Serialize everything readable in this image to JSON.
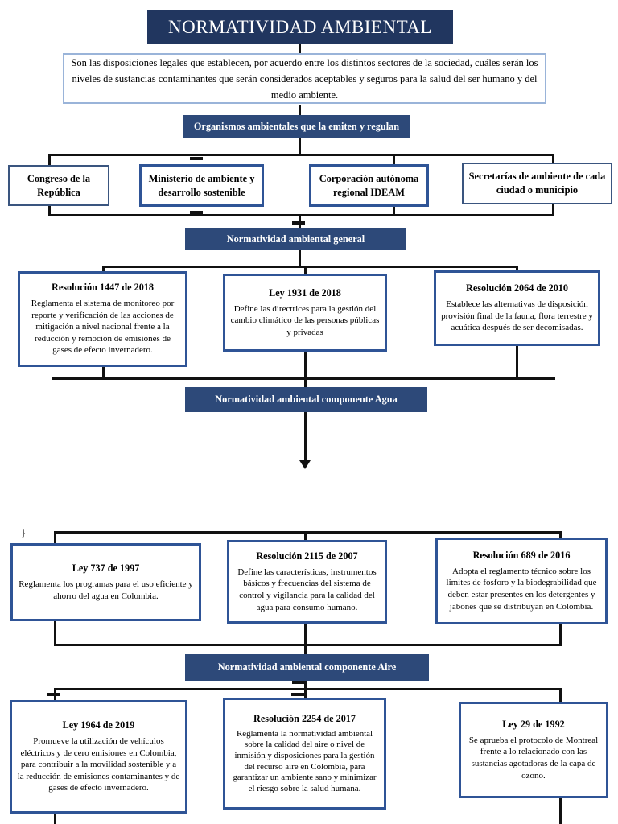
{
  "page": {
    "title": "NORMATIVIDAD AMBIENTAL",
    "description": "Son las disposiciones legales que establecen, por acuerdo entre los distintos sectores de la sociedad, cuáles serán los niveles de sustancias contaminantes que serán considerados aceptables y seguros para la salud del ser humano y del medio ambiente."
  },
  "banners": {
    "organisms": "Organismos ambientales que la emiten y regulan",
    "general": "Normatividad ambiental general",
    "agua": "Normatividad ambiental componente Agua",
    "aire": "Normatividad ambiental componente Aire"
  },
  "organisms": [
    {
      "label": "Congreso de la República"
    },
    {
      "label": "Ministerio de ambiente y desarrollo sostenible"
    },
    {
      "label": "Corporación autónoma regional IDEAM"
    },
    {
      "label": "Secretarías de ambiente de cada ciudad o municipio"
    }
  ],
  "sections": {
    "general": {
      "items": [
        {
          "title": "Resolución 1447 de 2018",
          "body": "Reglamenta el sistema de monitoreo por reporte y verificación de las acciones de mitigación a nivel nacional frente a la reducción y remoción de emisiones de gases de efecto invernadero."
        },
        {
          "title": "Ley 1931 de 2018",
          "body": "Define las directrices para la gestión del cambio climático de las personas públicas y privadas"
        },
        {
          "title": "Resolución 2064 de 2010",
          "body": "Establece las alternativas de disposición provisión final de la fauna, flora terrestre y acuática después de ser decomisadas."
        }
      ]
    },
    "agua": {
      "items": [
        {
          "title": "Ley 737 de 1997",
          "body": "Reglamenta los programas para el uso eficiente y ahorro del agua en Colombia."
        },
        {
          "title": "Resolución 2115 de 2007",
          "body": "Define las características, instrumentos básicos y frecuencias del sistema de control y vigilancia para la calidad del agua para consumo humano."
        },
        {
          "title": "Resolución 689 de 2016",
          "body": "Adopta el reglamento técnico sobre los limites de fosforo y la biodegrabilidad que deben estar presentes en los detergentes y jabones que se distribuyan en Colombia."
        }
      ]
    },
    "aire": {
      "items": [
        {
          "title": "Ley 1964 de 2019",
          "body": "Promueve la utilización de vehículos eléctricos y de cero emisiones en Colombia, para contribuir a la movilidad sostenible y a la reducción de emisiones contaminantes y de gases de efecto invernadero."
        },
        {
          "title": "Resolución 2254 de 2017",
          "body": "Reglamenta la normatividad ambiental sobre la calidad del aire o nivel de inmisión y disposiciones para la gestión del recurso aire en Colombia, para garantizar un ambiente sano y minimizar el riesgo sobre la salud humana."
        },
        {
          "title": "Ley 29 de 1992",
          "body": "Se aprueba el protocolo de Montreal frente a lo relacionado con las sustancias agotadoras de la capa de ozono."
        }
      ]
    }
  },
  "decorations": {
    "brace": "}"
  },
  "colors": {
    "title_navy": "#21365f",
    "banner_navy": "#2d4979",
    "box_border_blue": "#2f5496",
    "desc_border_blue": "#9ab4d9",
    "connector_black": "#111111"
  }
}
